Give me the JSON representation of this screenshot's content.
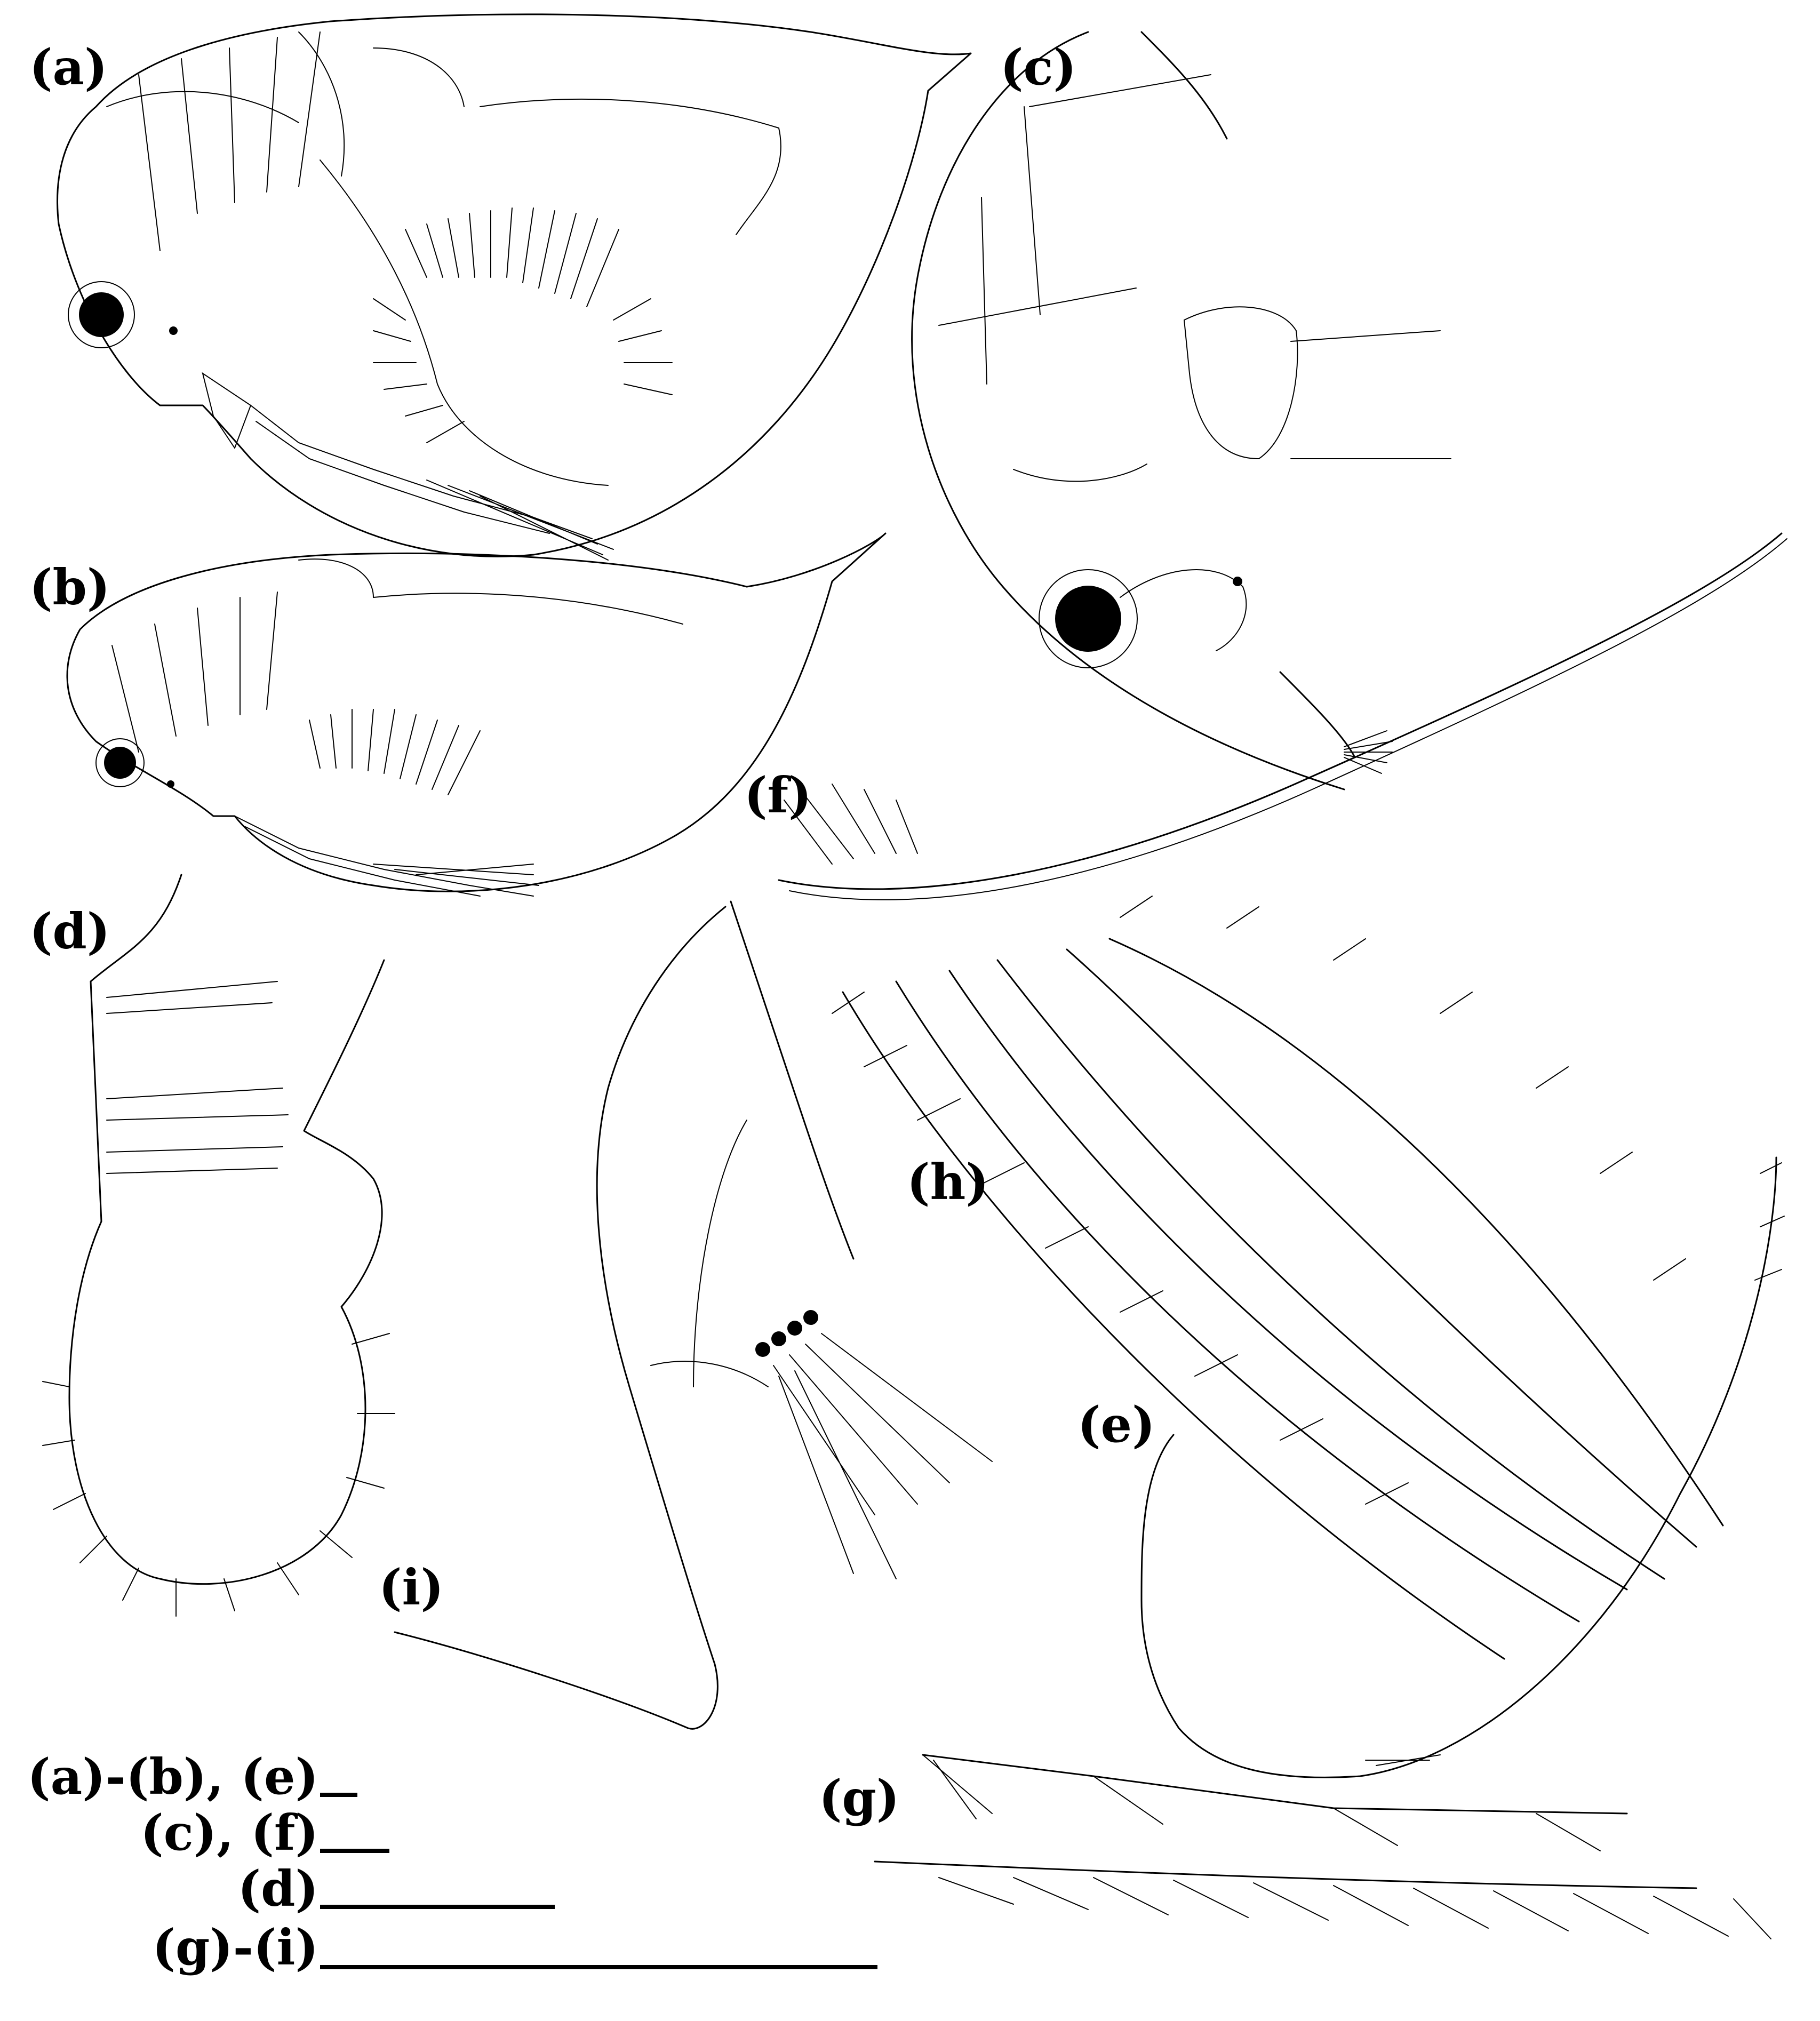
{
  "panels": {
    "a": "(a)",
    "b": "(b)",
    "c": "(c)",
    "d": "(d)",
    "e": "(e)",
    "f": "(f)",
    "g": "(g)",
    "h": "(h)",
    "i": "(i)"
  },
  "scale_bars": [
    {
      "label": "(a)-(b), (e)"
    },
    {
      "label": "(c), (f)"
    },
    {
      "label": "(d)"
    },
    {
      "label": "(g)-(i)"
    }
  ]
}
